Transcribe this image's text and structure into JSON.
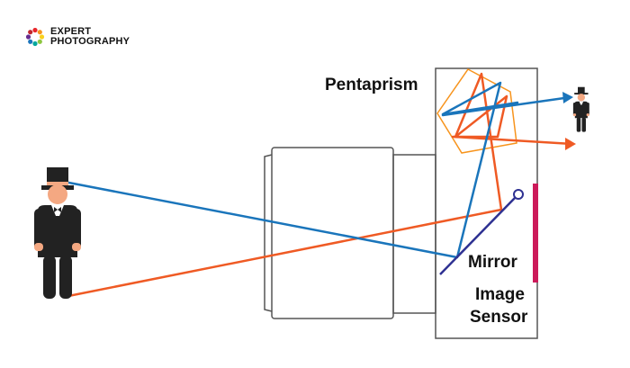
{
  "logo": {
    "line1": "EXPERT",
    "line2": "PHOTOGRAPHY"
  },
  "labels": {
    "pentaprism": "Pentaprism",
    "mirror": "Mirror",
    "image_sensor_line1": "Image",
    "image_sensor_line2": "Sensor"
  },
  "colors": {
    "blue_ray": "#1a75bb",
    "orange_ray": "#ef5a24",
    "pentaprism_outline": "#f7941d",
    "mirror": "#2e3192",
    "sensor": "#cc1a5a",
    "outline": "#555555",
    "figure": "#222222"
  },
  "icons": {
    "logo": "aperture-icon",
    "subject": "gentleman-figure",
    "image": "gentleman-figure-small"
  }
}
